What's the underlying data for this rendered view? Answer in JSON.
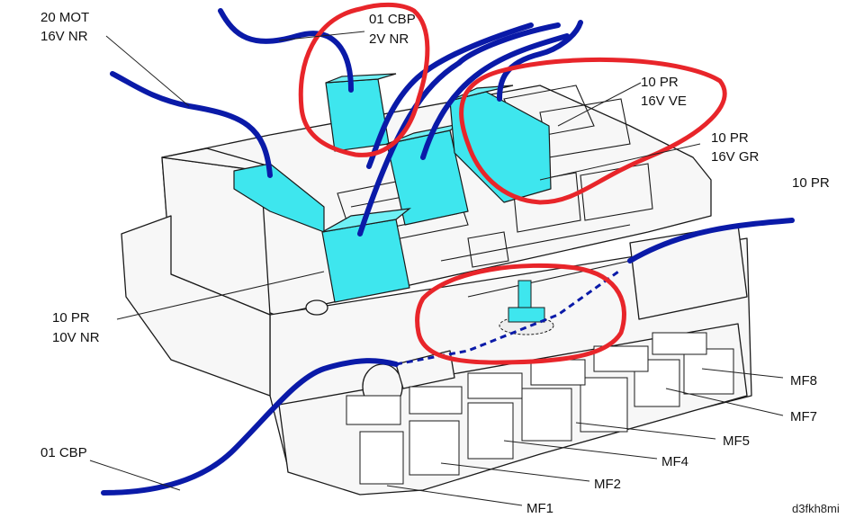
{
  "labels": {
    "mot20": [
      "20 MOT",
      "16V NR"
    ],
    "cbp01_top": [
      "01 CBP",
      "2V NR"
    ],
    "pr10_ve": [
      "10 PR",
      "16V VE"
    ],
    "pr10_gr": [
      "10 PR",
      "16V GR"
    ],
    "pr10_right": "10 PR",
    "pr10_nr": [
      "10 PR",
      "10V NR"
    ],
    "cbp01_left": "01 CBP",
    "mf8": "MF8",
    "mf7": "MF7",
    "mf5": "MF5",
    "mf4": "MF4",
    "mf2": "MF2",
    "mf1": "MF1"
  },
  "image_code": "d3fkh8mi",
  "colors": {
    "relay": "#3ee6ee",
    "wire": "#0a1aa8",
    "highlight": "#e8252a"
  }
}
